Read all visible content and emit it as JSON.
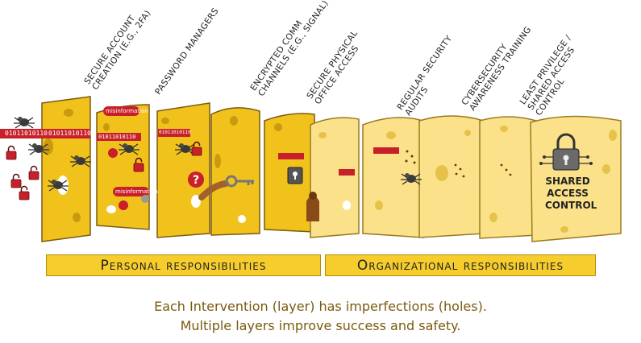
{
  "layers": [
    {
      "label1": "SECURE ACCOUNT",
      "label2": "CREATION (E.G., 2FA)"
    },
    {
      "label1": "PASSWORD MANAGERS",
      "label2": ""
    },
    {
      "label1": "ENCRYPTED COMM",
      "label2": "CHANNELS (E.G., SIGNAL)"
    },
    {
      "label1": "SECURE PHYSICAL",
      "label2": "OFFICE ACCESS"
    },
    {
      "label1": "REGULAR SECURITY",
      "label2": "AUDITS"
    },
    {
      "label1": "CYBERSECURITY",
      "label2": "AWARENESS TRAINING"
    },
    {
      "label1": "LEAST PRIVILEGE /",
      "label2": "SHARED ACCESS"
    },
    {
      "label1": "CONTROL",
      "label2": ""
    }
  ],
  "groups": {
    "personal": "Personal responsibilities",
    "organizational": "Organizational responsibilities"
  },
  "tags": {
    "binary": "01011010110",
    "misinformation": "misinformation"
  },
  "final_slice_text": [
    "SHARED",
    "ACCESS",
    "CONTROL"
  ],
  "caption": {
    "line1": "Each Intervention (layer) has imperfections (holes).",
    "line2": "Multiple layers improve success and safety."
  },
  "colors": {
    "cheese_dark": "#f2c21c",
    "cheese_light": "#fbe28a",
    "bar": "#f7cd2d",
    "threat_red": "#c8202a",
    "caption": "#7a5a10"
  }
}
